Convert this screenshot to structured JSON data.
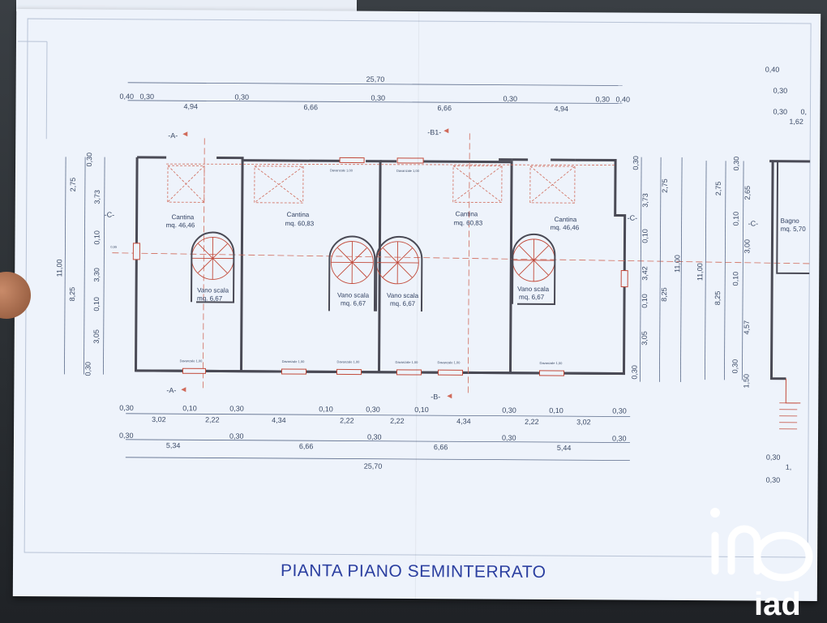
{
  "title": "PIANTA PIANO SEMINTERRATO",
  "logo": {
    "text": "iad"
  },
  "overall": {
    "top": "25,70",
    "bottom": "25,70",
    "height_left": "11,00",
    "height_right": "11,00",
    "height_far": "11,00"
  },
  "top_row": [
    "0,40",
    "0,30",
    "4,94",
    "0,30",
    "6,66",
    "0,30",
    "6,66",
    "0,30",
    "4,94",
    "0,30",
    "0,40"
  ],
  "bottom_row1": [
    "0,30",
    "3,02",
    "0,10",
    "2,22",
    "0,30",
    "4,34",
    "0,10",
    "2,22",
    "0,30",
    "2,22",
    "0,10",
    "4,34",
    "0,30",
    "2,22",
    "0,10",
    "3,02",
    "0,30"
  ],
  "bottom_row2": [
    "0,30",
    "5,34",
    "0,30",
    "6,66",
    "0,30",
    "6,66",
    "0,30",
    "5,44",
    "0,30"
  ],
  "left_col1": [
    "0,30",
    "2,75",
    "8,25",
    "0,30"
  ],
  "left_col2": [
    "3,73",
    "0,10",
    "3,30",
    "0,10",
    "3,05"
  ],
  "right_col1": [
    "0,30",
    "3,73",
    "0,10",
    "3,42",
    "0,10",
    "3,05",
    "0,30"
  ],
  "right_col2": [
    "2,75",
    "8,25"
  ],
  "far_col1": [
    "2,75",
    "8,25"
  ],
  "far_col2": [
    "0,30",
    "2,65",
    "0,10",
    "3,00",
    "0,10",
    "4,57",
    "0,30",
    "1,50"
  ],
  "far_top": [
    "0,40",
    "0,30",
    "0,30",
    "1,62",
    "0,"
  ],
  "far_bottom": [
    "0,30",
    "1,",
    "0,30"
  ],
  "rooms": [
    {
      "name": "Cantina",
      "area": "mq. 46,46"
    },
    {
      "name": "Cantina",
      "area": "mq. 60,83"
    },
    {
      "name": "Cantina",
      "area": "mq. 60,83"
    },
    {
      "name": "Cantina",
      "area": "mq. 46,46"
    },
    {
      "name": "Bagno",
      "area": "mq. 5,70"
    }
  ],
  "stairs": [
    {
      "name": "Vano scala",
      "area": "mq. 6,67"
    },
    {
      "name": "Vano scala",
      "area": "mq. 6,67"
    },
    {
      "name": "Vano scala",
      "area": "mq. 6,67"
    },
    {
      "name": "Vano scala",
      "area": "mq. 6,67"
    }
  ],
  "sections": [
    "-A-",
    "-A-",
    "-B1-",
    "-B-",
    "-C-",
    "-C-",
    "-C-"
  ],
  "window_label": "Davanzale 1,00",
  "window_label_small": "0,55"
}
